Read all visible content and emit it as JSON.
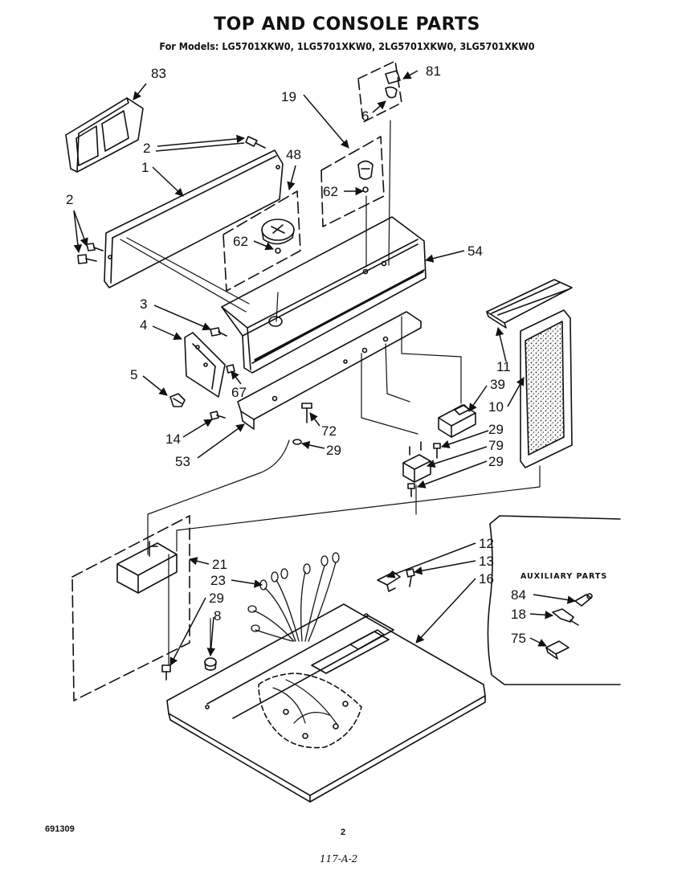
{
  "header": {
    "title": "TOP AND CONSOLE PARTS",
    "models": "For Models: LG5701XKW0, 1LG5701XKW0, 2LG5701XKW0, 3LG5701XKW0"
  },
  "callouts": [
    {
      "id": "c83",
      "text": "83"
    },
    {
      "id": "c81",
      "text": "81"
    },
    {
      "id": "c6",
      "text": "6"
    },
    {
      "id": "c19",
      "text": "19"
    },
    {
      "id": "c2a",
      "text": "2"
    },
    {
      "id": "c48",
      "text": "48"
    },
    {
      "id": "c1",
      "text": "1"
    },
    {
      "id": "c2b",
      "text": "2"
    },
    {
      "id": "c62a",
      "text": "62"
    },
    {
      "id": "c62b",
      "text": "62"
    },
    {
      "id": "c54",
      "text": "54"
    },
    {
      "id": "c3",
      "text": "3"
    },
    {
      "id": "c4",
      "text": "4"
    },
    {
      "id": "c5",
      "text": "5"
    },
    {
      "id": "c67",
      "text": "67"
    },
    {
      "id": "c14",
      "text": "14"
    },
    {
      "id": "c53",
      "text": "53"
    },
    {
      "id": "c72",
      "text": "72"
    },
    {
      "id": "c29a",
      "text": "29"
    },
    {
      "id": "c11",
      "text": "11"
    },
    {
      "id": "c39",
      "text": "39"
    },
    {
      "id": "c10",
      "text": "10"
    },
    {
      "id": "c29b",
      "text": "29"
    },
    {
      "id": "c79",
      "text": "79"
    },
    {
      "id": "c29c",
      "text": "29"
    },
    {
      "id": "c12",
      "text": "12"
    },
    {
      "id": "c13",
      "text": "13"
    },
    {
      "id": "c16",
      "text": "16"
    },
    {
      "id": "c21",
      "text": "21"
    },
    {
      "id": "c23",
      "text": "23"
    },
    {
      "id": "c29d",
      "text": "29"
    },
    {
      "id": "c8",
      "text": "8"
    },
    {
      "id": "c84",
      "text": "84"
    },
    {
      "id": "c18",
      "text": "18"
    },
    {
      "id": "c75",
      "text": "75"
    }
  ],
  "auxiliary": {
    "title": "AUXILIARY PARTS"
  },
  "footer": {
    "diagram_number": "691309",
    "page_number": "2",
    "handwritten_note": "117-A-2"
  }
}
